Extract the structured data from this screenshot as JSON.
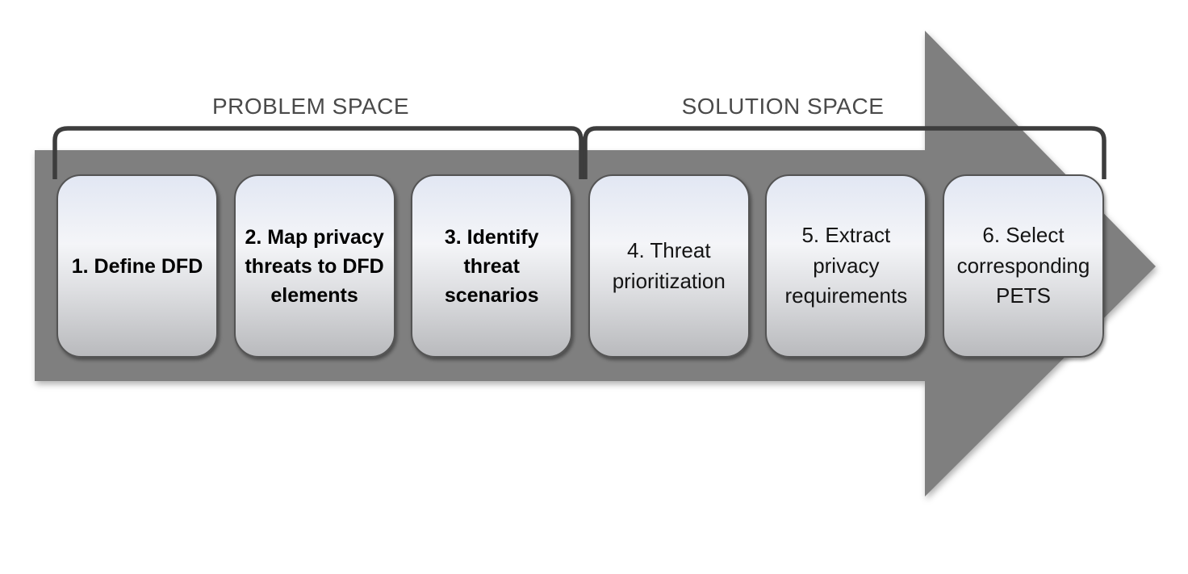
{
  "diagram": {
    "sections": [
      {
        "label": "PROBLEM SPACE"
      },
      {
        "label": "SOLUTION SPACE"
      }
    ],
    "steps": [
      {
        "label": "1. Define DFD"
      },
      {
        "label": "2. Map privacy threats to DFD elements"
      },
      {
        "label": "3. Identify threat scenarios"
      },
      {
        "label": "4. Threat prioritization"
      },
      {
        "label": "5. Extract privacy requirements"
      },
      {
        "label": "6. Select corresponding PETS"
      }
    ],
    "colors": {
      "arrow_fill": "#7f7f7f",
      "bracket_stroke": "#3d3d3d",
      "section_label_text": "#4a4a4a",
      "box_border": "#545454",
      "box_gradient_top": "#e2e7f3",
      "box_gradient_bottom": "#b9babd",
      "step_text": "#000000",
      "background": "#ffffff"
    }
  }
}
